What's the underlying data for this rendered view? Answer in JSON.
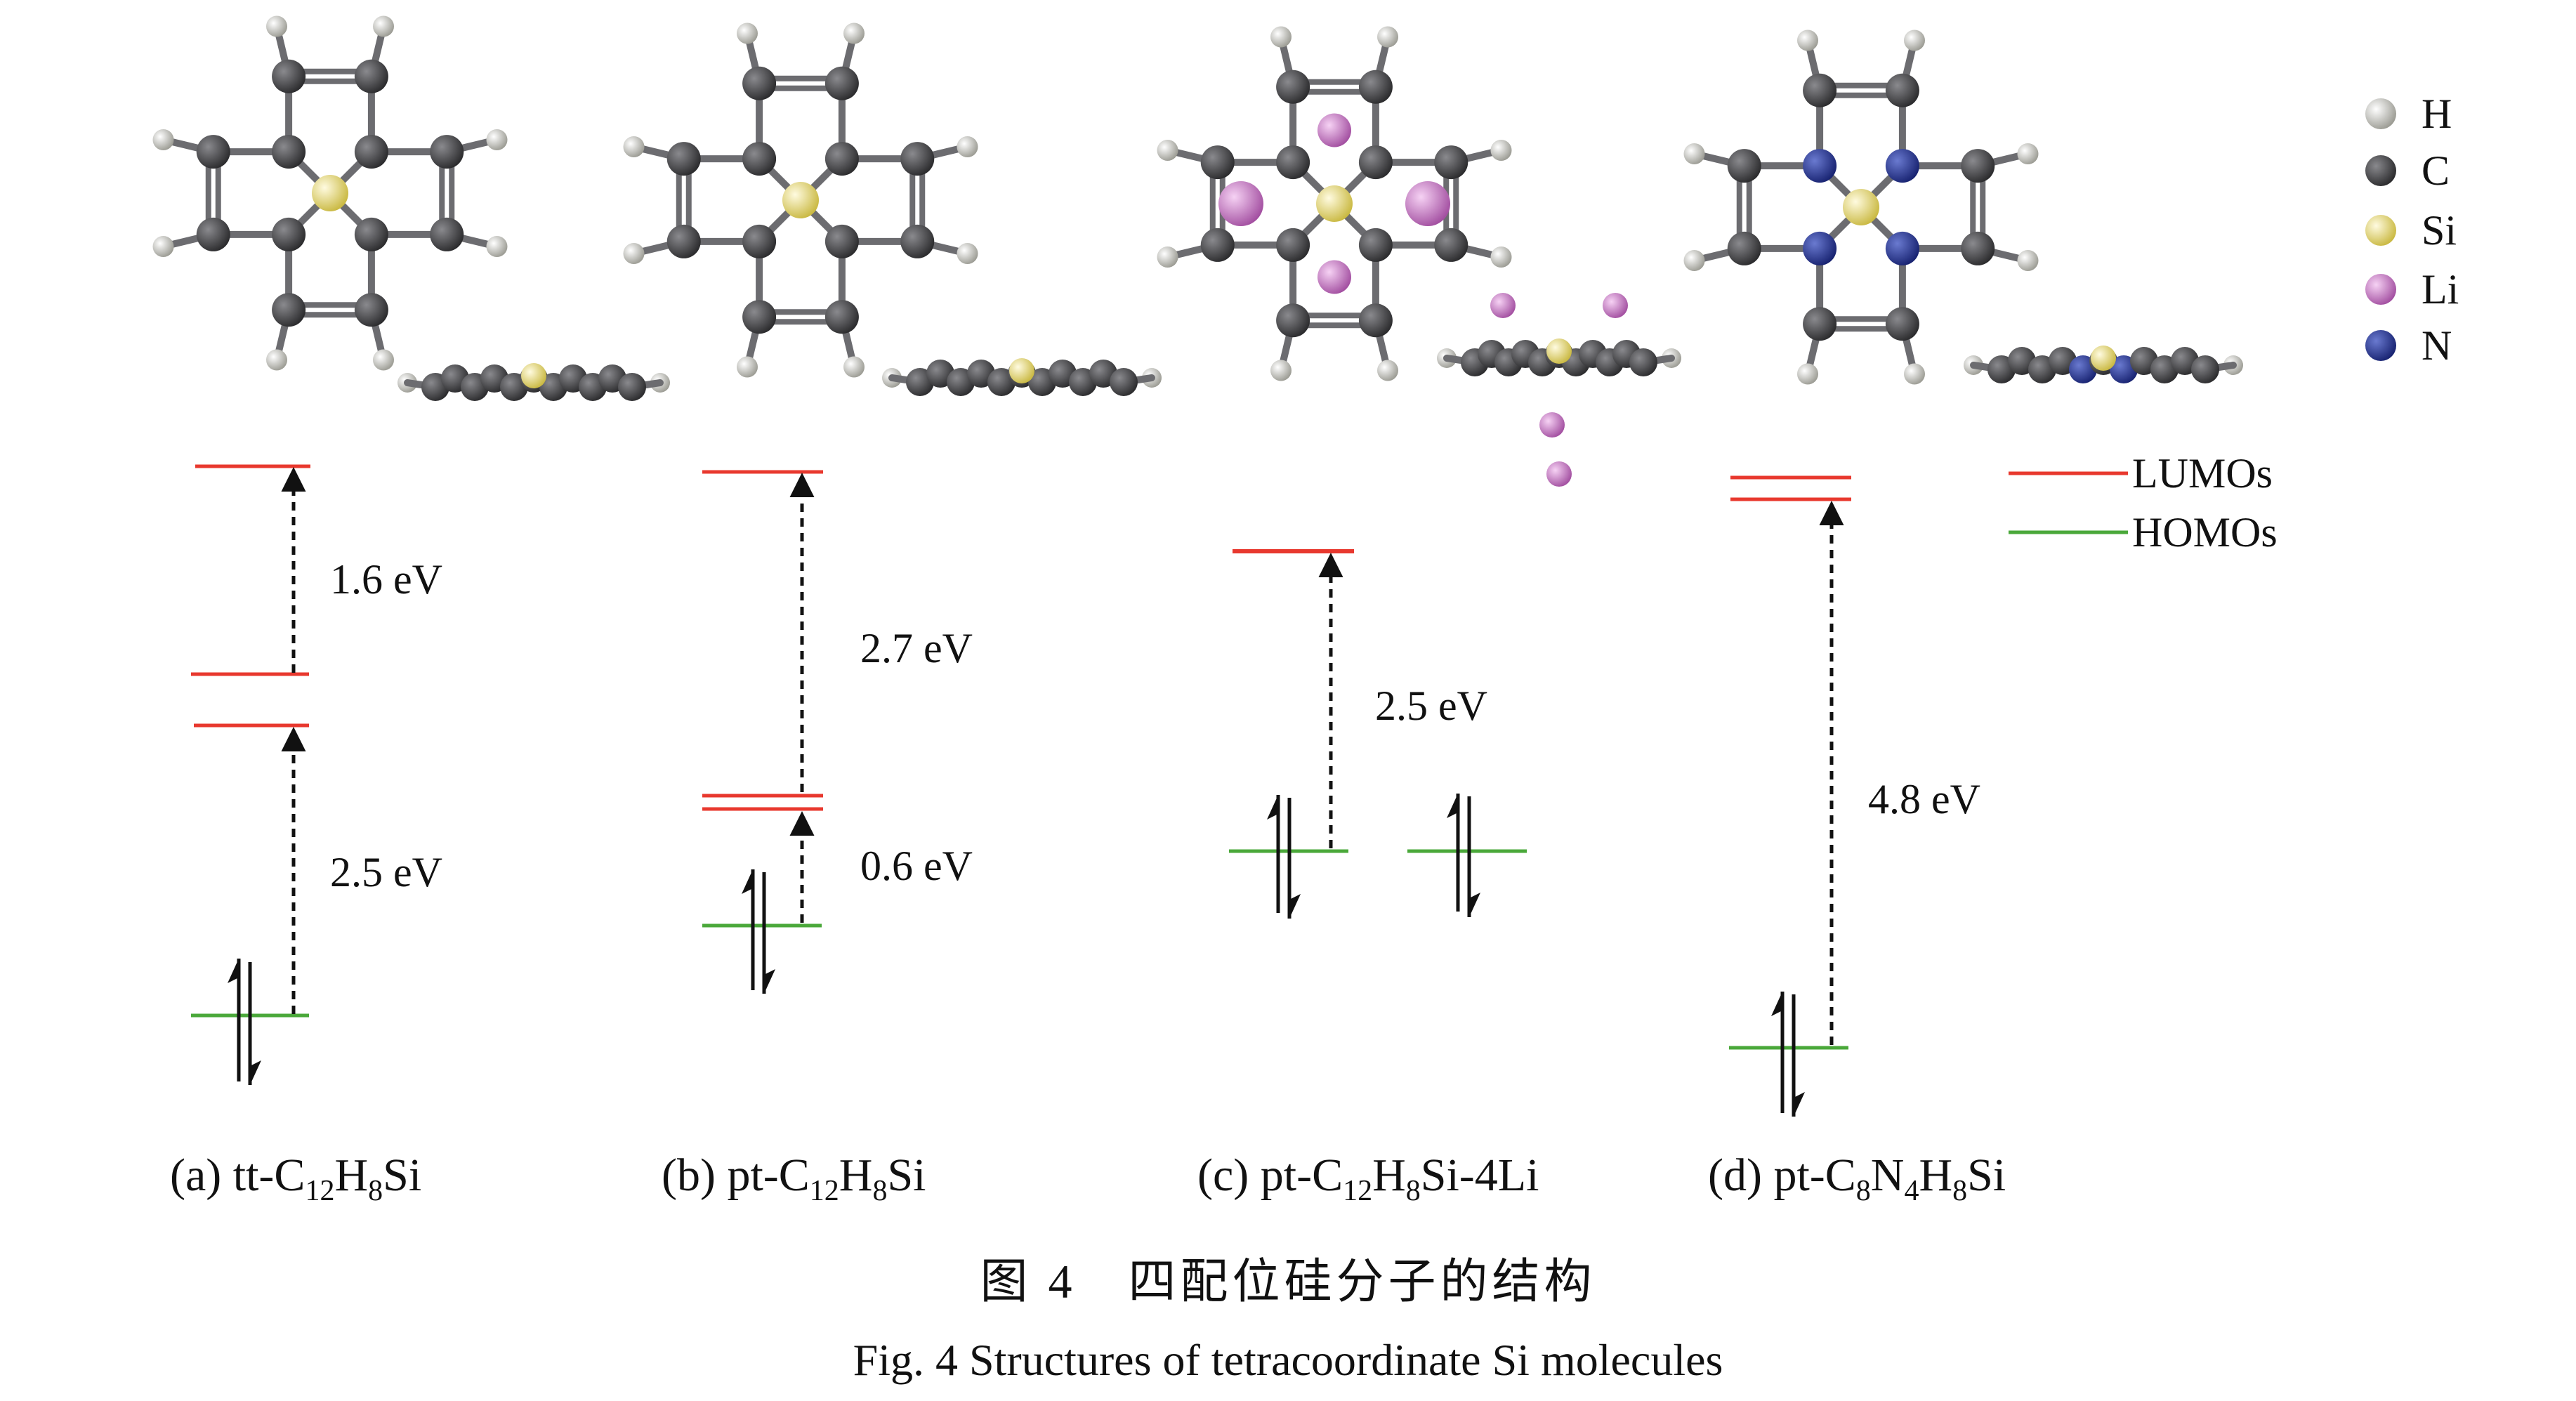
{
  "legend_atoms": [
    {
      "symbol": "H",
      "color": "#e8e8e0"
    },
    {
      "symbol": "C",
      "color": "#4a4a4c"
    },
    {
      "symbol": "Si",
      "color": "#f0e070"
    },
    {
      "symbol": "Li",
      "color": "#d98ad6"
    },
    {
      "symbol": "N",
      "color": "#2b3a8f"
    }
  ],
  "legend_orbitals": [
    {
      "label": "LUMOs",
      "color": "#e8382e"
    },
    {
      "label": "HOMOs",
      "color": "#4aa83a"
    }
  ],
  "panels": [
    {
      "id": "a",
      "prefix": "(a) tt-C",
      "sub1": "12",
      "mid1": "H",
      "sub2": "8",
      "tail": "Si",
      "gap_labels": [
        "1.6 eV",
        "2.5 eV"
      ]
    },
    {
      "id": "b",
      "prefix": "(b) pt-C",
      "sub1": "12",
      "mid1": "H",
      "sub2": "8",
      "tail": "Si",
      "gap_labels": [
        "2.7 eV",
        "0.6 eV"
      ]
    },
    {
      "id": "c",
      "prefix": "(c) pt-C",
      "sub1": "12",
      "mid1": "H",
      "sub2": "8",
      "tail": "Si-4Li",
      "gap_labels": [
        "2.5 eV"
      ]
    },
    {
      "id": "d",
      "prefix": "(d) pt-C",
      "sub1": "8",
      "mid1": "N",
      "sub2": "4",
      "mid2": "H",
      "sub3": "8",
      "tail": "Si",
      "gap_labels": [
        "4.8 eV"
      ]
    }
  ],
  "caption": {
    "cn": "图 4　四配位硅分子的结构",
    "en": "Fig. 4   Structures of tetracoordinate Si molecules"
  }
}
